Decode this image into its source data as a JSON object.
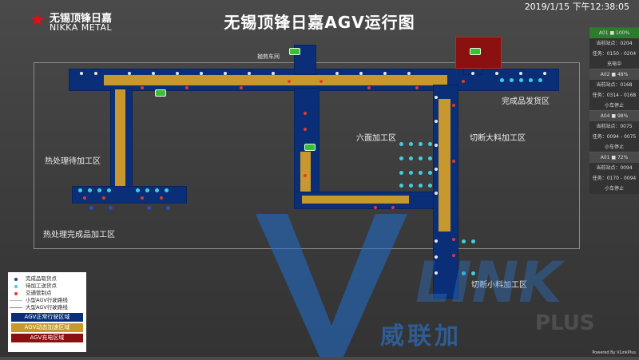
{
  "header": {
    "logo_cn": "无锡顶锋日嘉",
    "logo_en": "NIKKA METAL",
    "title": "无锡顶锋日嘉AGV运行图",
    "datetime": "2019/1/15 下午12:38:05"
  },
  "zones": {
    "heat_wait": "热处理待加工区",
    "heat_done": "热处理完成品加工区",
    "six_face": "六面加工区",
    "cut_large": "切断大料加工区",
    "cut_small": "切断小料加工区",
    "finished_ship": "完成品发货区",
    "top_small": "抛剪车间"
  },
  "panel": {
    "cards": [
      {
        "head": "A01 ■ 100%",
        "station": "当前站点：0204",
        "task": "任务：0150 - 0204",
        "state": "充电中"
      },
      {
        "head": "A02 ■ 48%",
        "station": "当前站点：0168",
        "task": "任务：0314 - 0168",
        "state": "小车停止"
      },
      {
        "head": "A04 ■ 98%",
        "station": "当前站点：0075",
        "task": "任务：0094 - 0075",
        "state": "小车停止"
      },
      {
        "head": "A01 ■ 72%",
        "station": "当前站点：0094",
        "task": "任务：0170 - 0094",
        "state": "小车停止"
      }
    ]
  },
  "legend": {
    "items": [
      {
        "label": "完成品取货点",
        "color": "#1a3fa8"
      },
      {
        "label": "待加工送货点",
        "color": "#3fd0e0"
      },
      {
        "label": "交通管制点",
        "color": "#e23a2a"
      }
    ],
    "lines": [
      {
        "label": "小型AGV行驶路线",
        "color": "#bbbbbb"
      },
      {
        "label": "大型AGV行驶路线",
        "color": "#3bbf3b"
      }
    ],
    "swatches": [
      {
        "label": "AGV正常行驶区域",
        "color": "#0a2f78"
      },
      {
        "label": "AGV动态加速区域",
        "color": "#c8982e"
      },
      {
        "label": "AGV充电区域",
        "color": "#8b1111"
      }
    ]
  },
  "watermark": {
    "cn": "威联加",
    "en": "PLUS"
  },
  "footer": {
    "powered": "Powered By VLinkPlus"
  }
}
